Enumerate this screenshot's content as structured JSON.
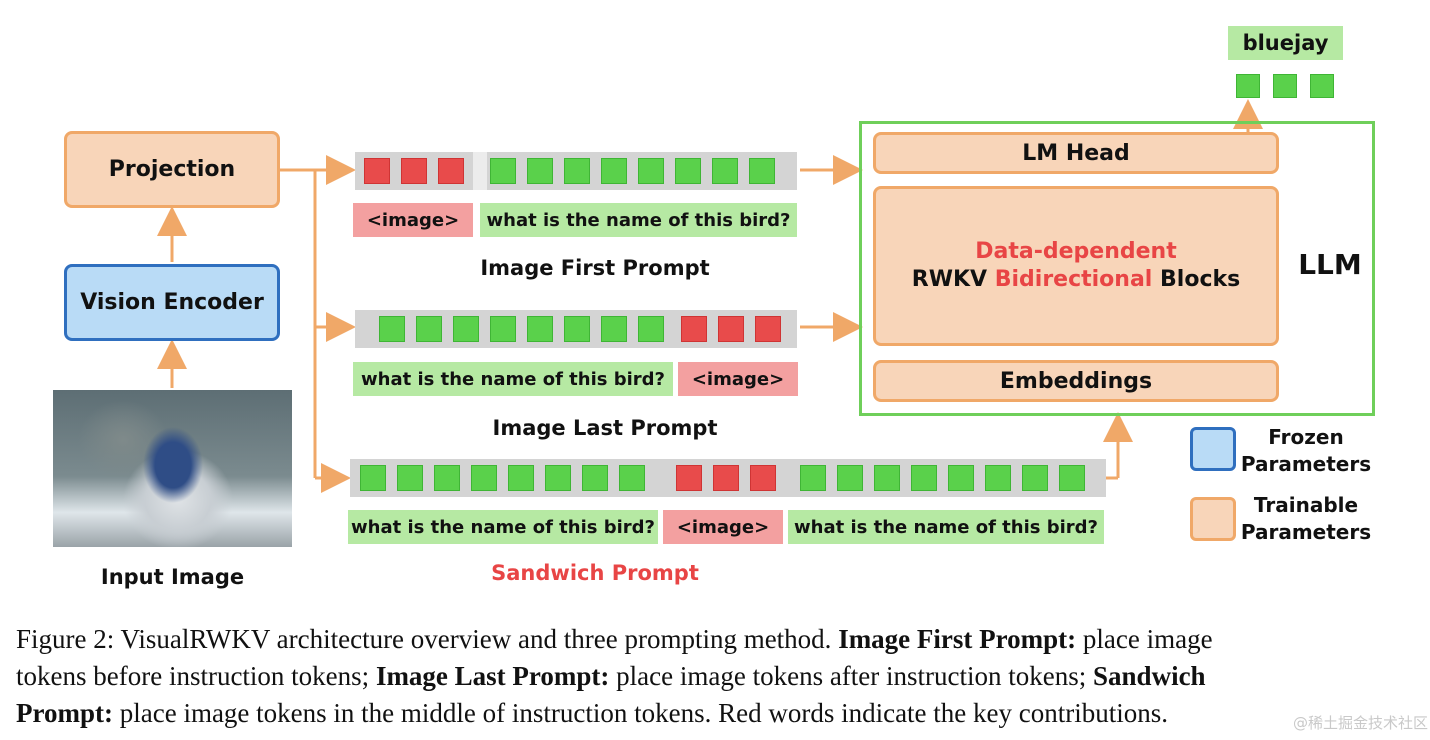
{
  "nodes": {
    "projection": "Projection",
    "vision_encoder": "Vision Encoder",
    "input_image": "Input Image",
    "lm_head": "LM Head",
    "blocks_line1": "Data-dependent",
    "blocks_rwkv": "RWKV",
    "blocks_bidirectional": "Bidirectional",
    "blocks_word": "Blocks",
    "embeddings": "Embeddings",
    "llm": "LLM",
    "output": "bluejay"
  },
  "prompts": {
    "image_tag": "<image>",
    "instruction": "what is the name of this bird?",
    "image_first": "Image First Prompt",
    "image_last": "Image Last Prompt",
    "sandwich": "Sandwich Prompt"
  },
  "legend": {
    "frozen_1": "Frozen",
    "frozen_2": "Parameters",
    "trainable_1": "Trainable",
    "trainable_2": "Parameters"
  },
  "caption": {
    "prefix": "Figure 2: VisualRWKV architecture overview and three prompting method.",
    "t1_bold": "Image First Prompt:",
    "t1": "place image",
    "line2": "tokens before instruction tokens;",
    "t2_bold": "Image Last Prompt:",
    "t2": "place image tokens after instruction tokens;",
    "t3_bold_a": "Sandwich",
    "t3_bold_b": "Prompt:",
    "t3": "place image tokens in the middle of instruction tokens. Red words indicate the key contributions."
  },
  "watermark": "@稀土掘金技术社区",
  "colors": {
    "image_token": "#e84b4b",
    "text_token": "#5ad14b",
    "frozen": "#b9dbf6",
    "trainable": "#f8d5b9",
    "arrow": "#f0a868",
    "llm_border": "#6fcf5a",
    "contribution_text": "#e84545"
  }
}
